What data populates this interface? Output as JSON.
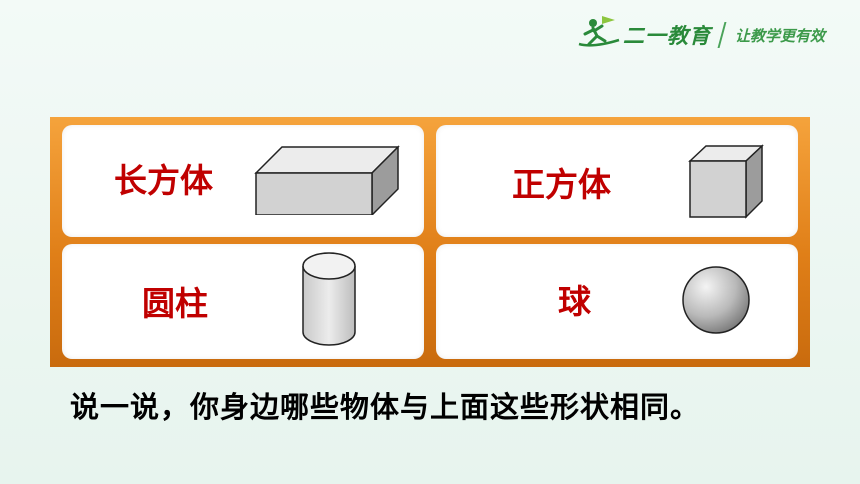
{
  "header": {
    "brand_name": "二一教育",
    "slogan": "让教学更有效"
  },
  "shapes": [
    {
      "label": "长方体",
      "icon": "cuboid-icon"
    },
    {
      "label": "正方体",
      "icon": "cube-icon"
    },
    {
      "label": "圆柱",
      "icon": "cylinder-icon"
    },
    {
      "label": "球",
      "icon": "sphere-icon"
    }
  ],
  "prompt": "说一说，你身边哪些物体与上面这些形状相同。",
  "colors": {
    "label_red": "#c00000",
    "panel_orange": "#e07f18",
    "brand_green": "#2a8a3a"
  }
}
